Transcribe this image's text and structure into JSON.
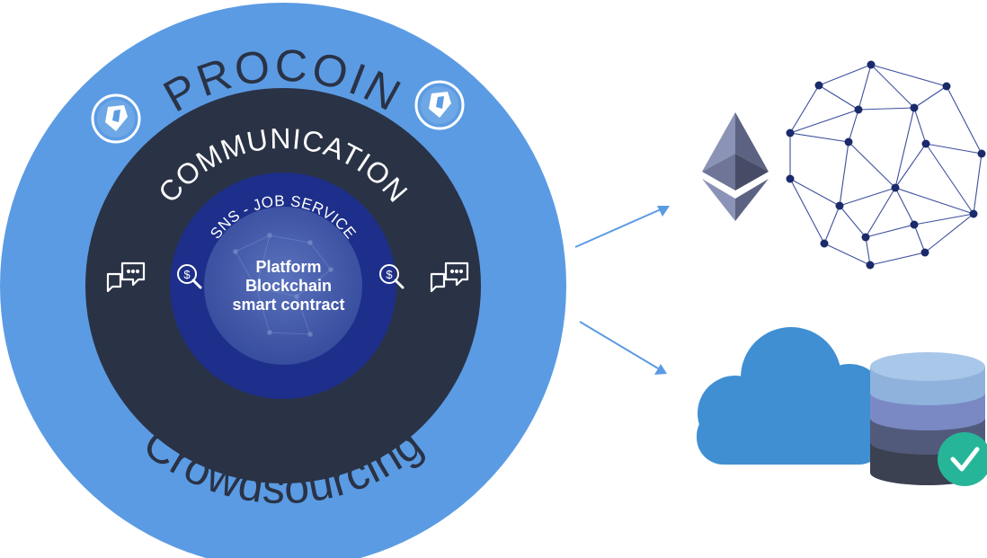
{
  "outer_ring": {
    "title_top": "PROCOIN",
    "title_bottom": "Crowdsourcing"
  },
  "middle_ring": {
    "title": "COMMUNICATION"
  },
  "inner_ring": {
    "title": "SNS - JOB SERVICE"
  },
  "core": {
    "line1": "Platform",
    "line2": "Blockchain",
    "line3": "smart contract"
  },
  "colors": {
    "outer_ring": "#5b9be3",
    "middle_ring": "#2a3245",
    "inner_ring": "#1d2f8a",
    "core": "#3a54a6",
    "arrow": "#5b9be3",
    "cloud": "#3f8fd2",
    "db_top": "#8fb2dc",
    "db_mid": "#7a89c4",
    "db_low": "#515a7a",
    "db_base": "#3b4151",
    "check": "#27b59a",
    "network_line": "#3d4f9d",
    "network_node": "#1a2a6a",
    "eth_light": "#8b93b6",
    "eth_dark": "#5c6281"
  },
  "icons": [
    "procoin-logo-icon",
    "chat-bubbles-icon",
    "dollar-search-icon",
    "ethereum-icon",
    "blockchain-network-icon",
    "cloud-icon",
    "database-icon",
    "check-icon"
  ]
}
